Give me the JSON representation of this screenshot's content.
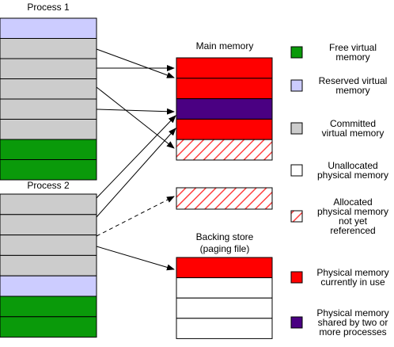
{
  "colors": {
    "free": "#0a9a0a",
    "reserved": "#ccccff",
    "committed": "#cccccc",
    "unallocated": "#ffffff",
    "allocated_not_referenced_stripe": "#ff4040",
    "in_use": "#ff0000",
    "shared": "#4a0082"
  },
  "process1": {
    "title": "Process 1",
    "cells": [
      "reserved",
      "committed",
      "committed",
      "committed",
      "committed",
      "committed",
      "free",
      "free"
    ]
  },
  "process2": {
    "title": "Process 2",
    "cells": [
      "committed",
      "committed",
      "committed",
      "committed",
      "reserved",
      "free",
      "free"
    ]
  },
  "main_memory": {
    "title": "Main memory",
    "cells": [
      "in_use",
      "in_use",
      "shared",
      "in_use",
      "allocated_not_referenced"
    ]
  },
  "floating_block": {
    "cells": [
      "allocated_not_referenced"
    ]
  },
  "backing_store": {
    "title_line1": "Backing store",
    "title_line2": "(paging file)",
    "cells": [
      "in_use",
      "unallocated",
      "unallocated",
      "unallocated"
    ]
  },
  "legend": [
    {
      "key": "free",
      "lines": [
        "Free virtual",
        "memory"
      ]
    },
    {
      "key": "reserved",
      "lines": [
        "Reserved virtual",
        "memory"
      ]
    },
    {
      "key": "committed",
      "lines": [
        "Committed",
        "virtual memory"
      ]
    },
    {
      "key": "unallocated",
      "lines": [
        "Unallocated",
        "physical memory"
      ]
    },
    {
      "key": "allocated_not_referenced",
      "lines": [
        "Allocated",
        "physical memory",
        "not yet",
        "referenced"
      ]
    },
    {
      "key": "in_use",
      "lines": [
        "Physical memory",
        "currently in use"
      ]
    },
    {
      "key": "shared",
      "lines": [
        "Physical memory",
        "shared by two or",
        "more processes"
      ]
    }
  ]
}
